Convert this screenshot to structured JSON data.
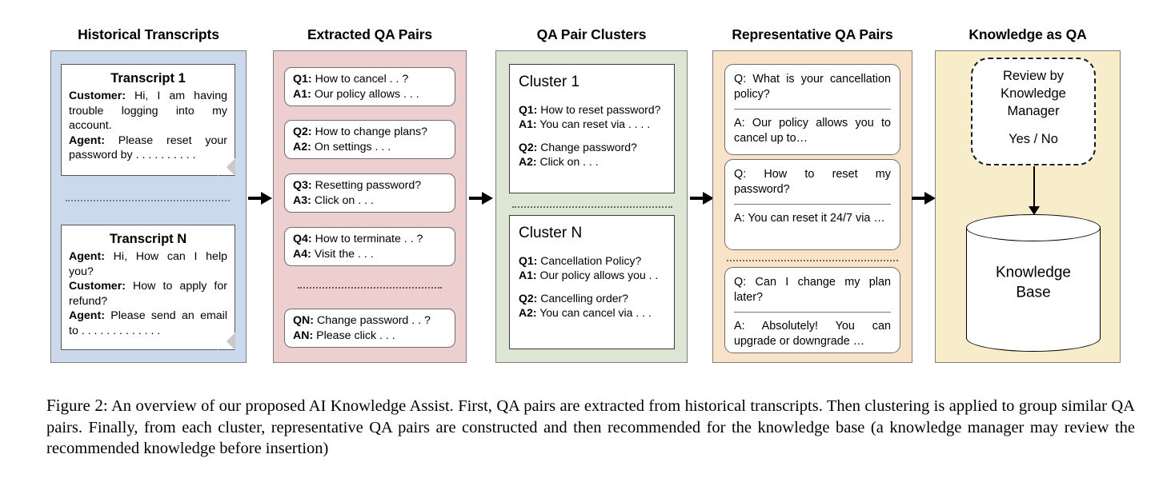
{
  "figure": {
    "label": "Figure 2:",
    "caption": "An overview of our proposed AI Knowledge Assist. First, QA pairs are extracted from historical transcripts. Then clustering is applied to group similar QA pairs. Finally, from each cluster, representative QA pairs are constructed and then recommended for the knowledge base (a knowledge manager may review the recommended knowledge before insertion)"
  },
  "colors": {
    "transcripts_panel": "#ccd9ec",
    "extracted_panel": "#edcfcf",
    "clusters_panel": "#dde5d5",
    "representative_panel": "#f9e3c8",
    "knowledge_panel": "#f8edcb",
    "panel_border": "#808080",
    "arrow": "#000000"
  },
  "columns": [
    {
      "id": "historical-transcripts",
      "title": "Historical Transcripts",
      "transcripts": [
        {
          "title": "Transcript 1",
          "lines": [
            {
              "speaker": "Customer:",
              "text": "Hi, I am having trouble logging into my account."
            },
            {
              "speaker": "Agent:",
              "text": "Please reset your password by . . . . . . . . . ."
            }
          ]
        },
        {
          "title": "Transcript N",
          "lines": [
            {
              "speaker": "Agent:",
              "text": "Hi, How can I help you?"
            },
            {
              "speaker": "Customer:",
              "text": "How to apply for refund?"
            },
            {
              "speaker": "Agent:",
              "text": "Please send an email to . . . . . . . . . . . . ."
            }
          ]
        }
      ]
    },
    {
      "id": "extracted-qa-pairs",
      "title": "Extracted QA Pairs",
      "chips": [
        {
          "q_label": "Q1:",
          "q_text": "How to cancel . . ?",
          "a_label": "A1:",
          "a_text": "Our policy allows  . . ."
        },
        {
          "q_label": "Q2:",
          "q_text": "How to change plans?",
          "a_label": "A2:",
          "a_text": "On settings . . ."
        },
        {
          "q_label": "Q3:",
          "q_text": "Resetting password?",
          "a_label": "A3:",
          "a_text": "Click on . . ."
        },
        {
          "q_label": "Q4:",
          "q_text": "How to terminate . . ?",
          "a_label": "A4:",
          "a_text": "Visit the . . ."
        },
        {
          "q_label": "QN:",
          "q_text": "Change password . . ?",
          "a_label": "AN:",
          "a_text": "Please click . . ."
        }
      ]
    },
    {
      "id": "qa-pair-clusters",
      "title": "QA Pair Clusters",
      "clusters": [
        {
          "name": "Cluster 1",
          "pairs": [
            {
              "q_label": "Q1:",
              "q_text": "How to reset password?",
              "a_label": "A1:",
              "a_text": "You can reset via . . . ."
            },
            {
              "q_label": "Q2:",
              "q_text": "Change password?",
              "a_label": "A2:",
              "a_text": "Click on . . ."
            }
          ]
        },
        {
          "name": "Cluster N",
          "pairs": [
            {
              "q_label": "Q1:",
              "q_text": "Cancellation Policy?",
              "a_label": "A1:",
              "a_text": "Our policy allows you . ."
            },
            {
              "q_label": "Q2:",
              "q_text": "Cancelling order?",
              "a_label": "A2:",
              "a_text": "You can cancel via . . ."
            }
          ]
        }
      ]
    },
    {
      "id": "representative-qa-pairs",
      "title": "Representative QA Pairs",
      "cards": [
        {
          "question": "Q:  What is your cancellation policy?",
          "answer": "A: Our policy allows you to cancel up to…"
        },
        {
          "question": "Q:  How to reset my password?",
          "answer": "A: You can reset it 24/7 via  …"
        },
        {
          "question": "Q: Can I change my plan later?",
          "answer": "A: Absolutely! You can upgrade or downgrade …"
        }
      ]
    },
    {
      "id": "knowledge-as-qa",
      "title": "Knowledge as QA",
      "review_box": {
        "line1": "Review by",
        "line2": "Knowledge",
        "line3": "Manager",
        "decision": "Yes / No"
      },
      "database": {
        "line1": "Knowledge",
        "line2": "Base"
      }
    }
  ]
}
